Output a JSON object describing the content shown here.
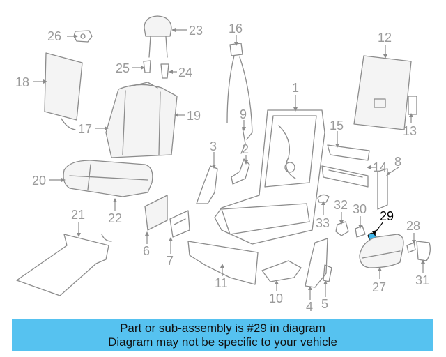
{
  "diagram": {
    "highlighted_callout": "29",
    "colors": {
      "highlight": "#3fb6ea",
      "caption_background": "#56c2f0",
      "linework": "#8c8c8c"
    },
    "callouts": {
      "c1": "1",
      "c2": "2",
      "c3": "3",
      "c4": "4",
      "c5": "5",
      "c6": "6",
      "c7": "7",
      "c8": "8",
      "c9": "9",
      "c10": "10",
      "c11": "11",
      "c12": "12",
      "c13": "13",
      "c14": "14",
      "c15": "15",
      "c16": "16",
      "c17": "17",
      "c18": "18",
      "c19": "19",
      "c20": "20",
      "c21": "21",
      "c22": "22",
      "c23": "23",
      "c24": "24",
      "c25": "25",
      "c26": "26",
      "c27": "27",
      "c28": "28",
      "c29": "29",
      "c30": "30",
      "c31": "31",
      "c32": "32",
      "c33": "33"
    }
  },
  "caption": {
    "line1": "Part or sub-assembly is #29 in diagram",
    "line2": "Diagram may not be specific to your vehicle"
  }
}
